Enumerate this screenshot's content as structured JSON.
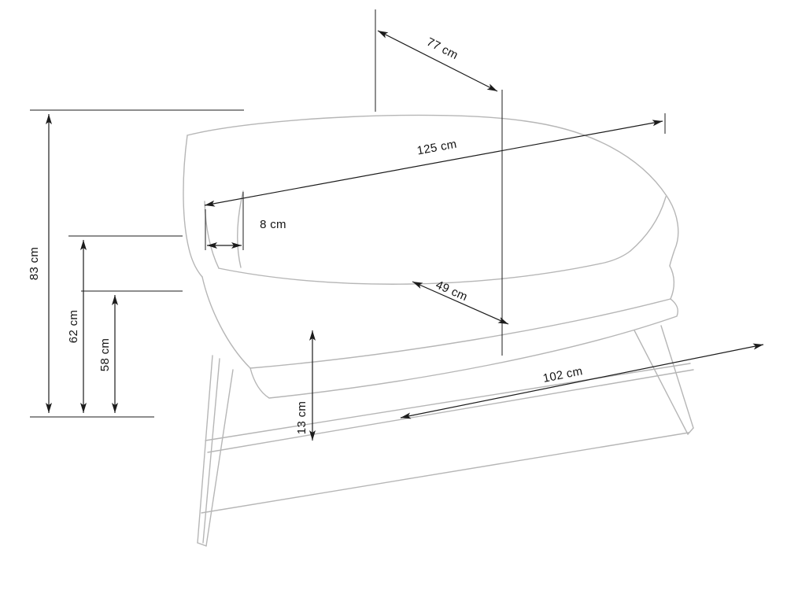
{
  "colors": {
    "background": "#ffffff",
    "dimension_line": "#1c1c1c",
    "sketch_line": "#b6b6b6",
    "label_text": "#141414"
  },
  "dims": {
    "d83": "83 cm",
    "d62": "62 cm",
    "d58": "58 cm",
    "d13": "13 cm",
    "d77": "77 cm",
    "d125": "125 cm",
    "d8": "8 cm",
    "d49": "49 cm",
    "d102": "102 cm"
  }
}
